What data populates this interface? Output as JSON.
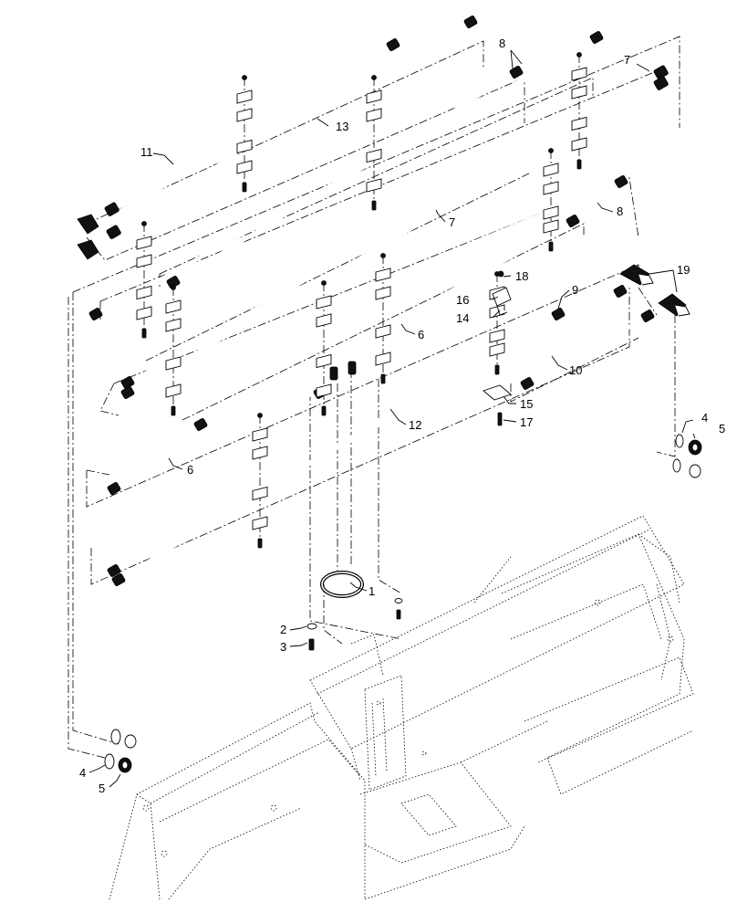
{
  "diagram": {
    "callouts": [
      "1",
      "2",
      "3",
      "4",
      "5",
      "4",
      "5",
      "6",
      "6",
      "7",
      "7",
      "8",
      "8",
      "9",
      "10",
      "11",
      "12",
      "13",
      "14",
      "15",
      "16",
      "17",
      "18",
      "19"
    ]
  }
}
